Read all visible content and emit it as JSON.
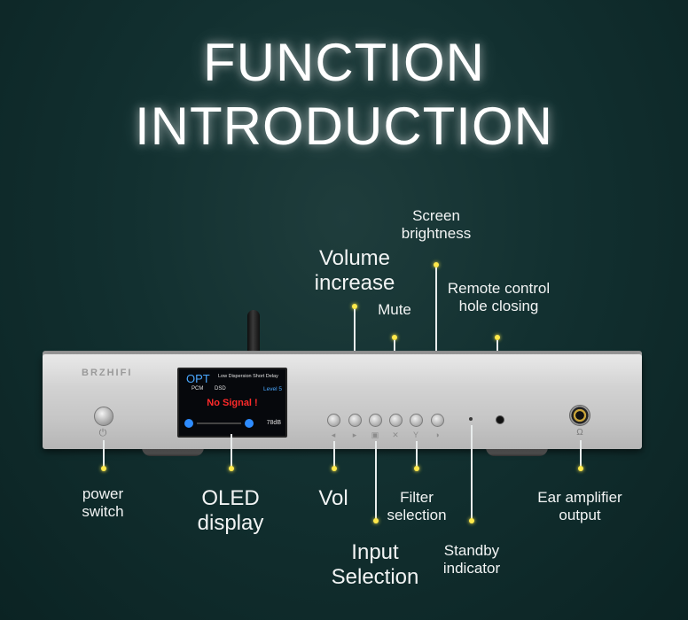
{
  "title": {
    "line1": "FUNCTION",
    "line2": "INTRODUCTION"
  },
  "device": {
    "brand": "BRZHIFI",
    "screen": {
      "input": "OPT",
      "mode": "Low Dispersion Short Delay",
      "pcm": "PCM",
      "dsd": "DSD",
      "level": "Level 5",
      "status": "No Signal !",
      "volume": "78dB"
    }
  },
  "labels": {
    "screen_brightness": [
      "Screen",
      "brightness"
    ],
    "volume_increase": [
      "Volume",
      "increase"
    ],
    "mute": "Mute",
    "remote": [
      "Remote control",
      "hole closing"
    ],
    "power": [
      "power",
      "switch"
    ],
    "oled": [
      "OLED",
      "display"
    ],
    "vol": "Vol",
    "filter": [
      "Filter",
      "selection"
    ],
    "ear": [
      "Ear amplifier",
      "output"
    ],
    "input": [
      "Input",
      "Selection"
    ],
    "standby": [
      "Standby",
      "indicator"
    ]
  },
  "colors": {
    "accent_dot": "#ffe94a",
    "screen_blue": "#4aa8ff",
    "screen_red": "#ff2a2a"
  }
}
